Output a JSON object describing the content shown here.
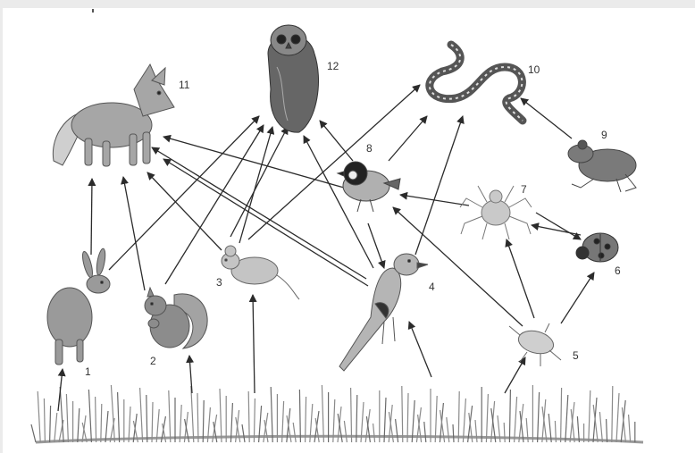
{
  "colors": {
    "background": "#ebebeb",
    "paper": "#ffffff",
    "ink": "#2b2b2b",
    "grass": "#7b7b7b"
  },
  "organisms": [
    {
      "number": "1",
      "icon": "hare-icon"
    },
    {
      "number": "2",
      "icon": "squirrel-icon"
    },
    {
      "number": "3",
      "icon": "mouse-icon"
    },
    {
      "number": "4",
      "icon": "jay-bird-icon"
    },
    {
      "number": "5",
      "icon": "aphid-icon"
    },
    {
      "number": "6",
      "icon": "ladybug-icon"
    },
    {
      "number": "7",
      "icon": "spider-icon"
    },
    {
      "number": "8",
      "icon": "tit-bird-icon"
    },
    {
      "number": "9",
      "icon": "frog-icon"
    },
    {
      "number": "10",
      "icon": "snake-icon"
    },
    {
      "number": "11",
      "icon": "fox-icon"
    },
    {
      "number": "12",
      "icon": "owl-icon"
    }
  ],
  "feeding_links": [
    [
      "grass",
      "1"
    ],
    [
      "grass",
      "2"
    ],
    [
      "grass",
      "3"
    ],
    [
      "grass",
      "4"
    ],
    [
      "grass",
      "5"
    ],
    [
      "1",
      "11"
    ],
    [
      "1",
      "12"
    ],
    [
      "2",
      "11"
    ],
    [
      "2",
      "12"
    ],
    [
      "3",
      "11"
    ],
    [
      "3",
      "12"
    ],
    [
      "3",
      "10"
    ],
    [
      "4",
      "11"
    ],
    [
      "4",
      "12"
    ],
    [
      "4",
      "10"
    ],
    [
      "5",
      "7"
    ],
    [
      "5",
      "6"
    ],
    [
      "5",
      "8"
    ],
    [
      "6",
      "7"
    ],
    [
      "7",
      "6"
    ],
    [
      "7",
      "8"
    ],
    [
      "8",
      "11"
    ],
    [
      "8",
      "12"
    ],
    [
      "8",
      "10"
    ],
    [
      "8",
      "4"
    ],
    [
      "9",
      "10"
    ]
  ]
}
